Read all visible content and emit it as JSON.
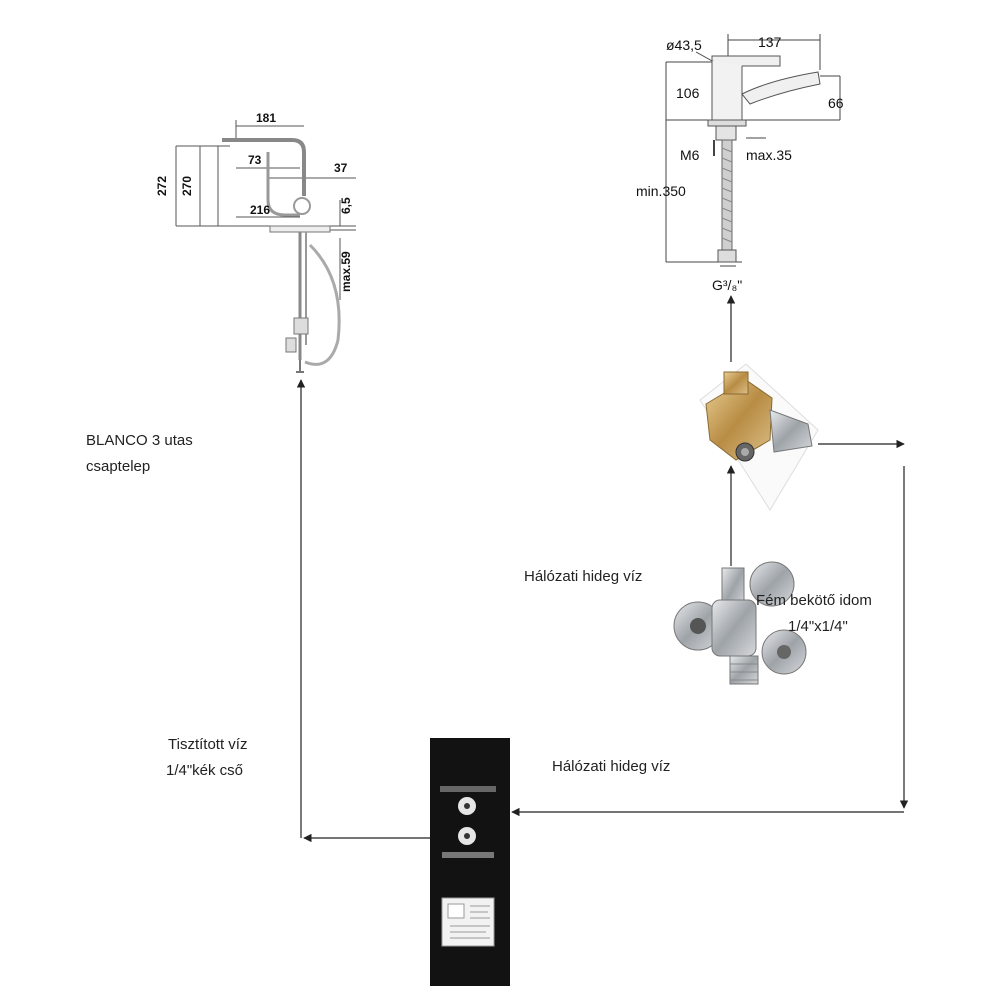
{
  "labels": {
    "blanco_line1": "BLANCO 3 utas",
    "blanco_line2": "csaptelep",
    "network_cold_upper": "Hálózati hideg víz",
    "metal_fitting_line1": "Fém bekötő idom",
    "metal_fitting_line2": "1/4\"x1/4\"",
    "purified_line1": "Tisztított víz",
    "purified_line2": "1/4\"kék cső",
    "network_cold_lower": "Hálózati hideg víz"
  },
  "blanco_dims": {
    "width_181": "181",
    "height_272": "272",
    "height_270": "270",
    "dim_73": "73",
    "dim_37": "37",
    "dim_216": "216",
    "dim_6_5": "6,5",
    "max_59": "max.59"
  },
  "faucet_dims": {
    "dia": "ø43,5",
    "w137": "137",
    "h106": "106",
    "h66": "66",
    "m6": "M6",
    "max35": "max.35",
    "min350": "min.350",
    "thread": "G³/₈\""
  },
  "colors": {
    "line": "#222222",
    "unit_body": "#111111",
    "brass": "#c9a25a",
    "chrome": "#b8bcc0"
  }
}
